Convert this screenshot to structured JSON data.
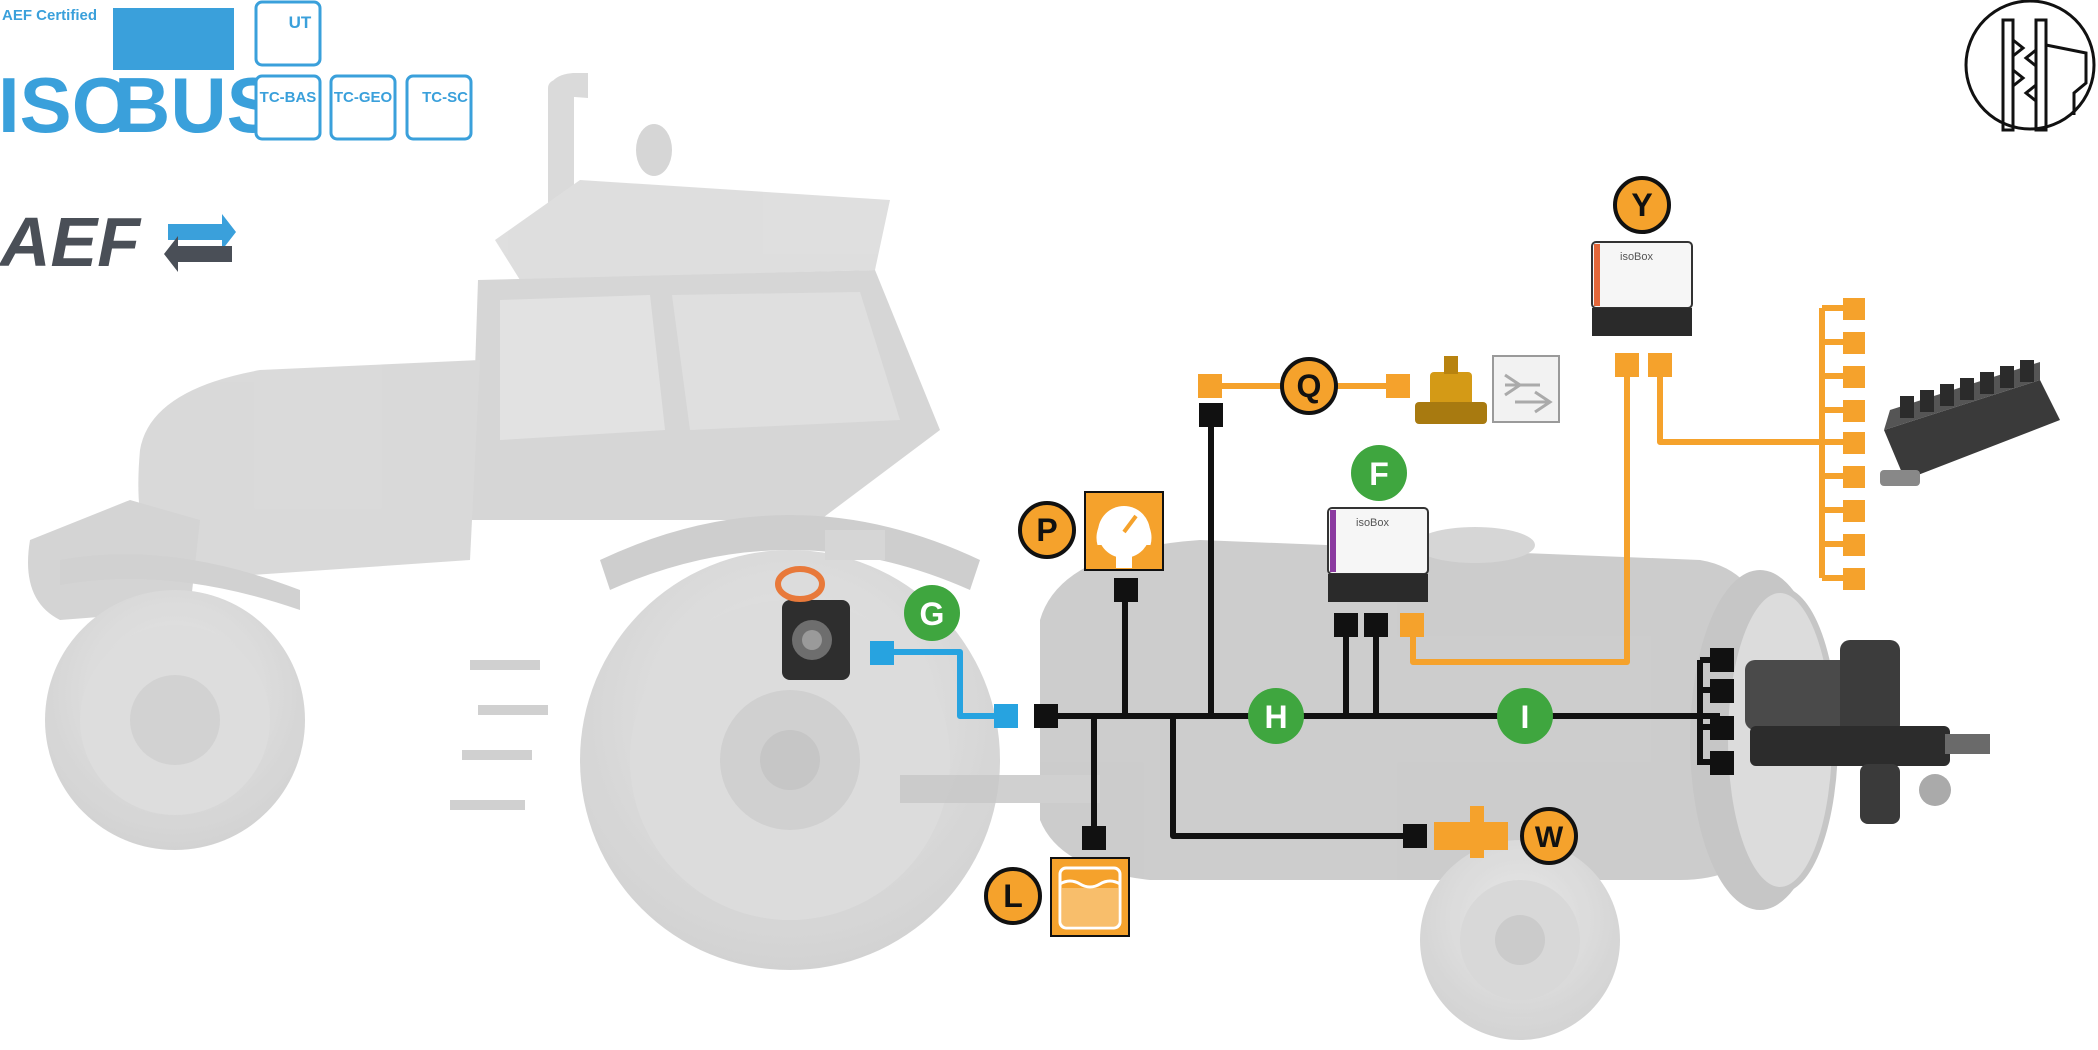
{
  "header": {
    "certified_label": "AEF Certified",
    "isobus_left": "ISO",
    "isobus_right": "BUS",
    "aef_logo_text": "AEF",
    "functionalities": [
      "UT",
      "TC-BAS",
      "TC-GEO",
      "TC-SC"
    ]
  },
  "colors": {
    "isobus_blue": "#3aa0db",
    "badge_orange": "#f5a22c",
    "badge_green": "#3fa63f",
    "wire_black": "#111111",
    "wire_orange": "#f5a22c",
    "wire_blue": "#27a3e0",
    "ghost_grey": "#cfcfcf",
    "aef_grey": "#4a4f57"
  },
  "badges": {
    "Y": "Y",
    "Q": "Q",
    "F": "F",
    "P": "P",
    "G": "G",
    "H": "H",
    "I": "I",
    "W": "W",
    "L": "L"
  },
  "devices": {
    "isobox_label": "isoBox"
  },
  "icons": [
    "isobus-logo",
    "aef-logo",
    "sprayer-nozzle-corner-icon",
    "tractor-silhouette",
    "sprayer-tank-silhouette",
    "isobus-socket-icon",
    "pressure-gauge-icon",
    "tank-level-icon",
    "flow-meter-icon",
    "valve-actuator-icon",
    "section-valve-block-icon",
    "hydraulic-valve-manifold-icon",
    "ecu-isobox-icon",
    "control-switch-icon"
  ]
}
